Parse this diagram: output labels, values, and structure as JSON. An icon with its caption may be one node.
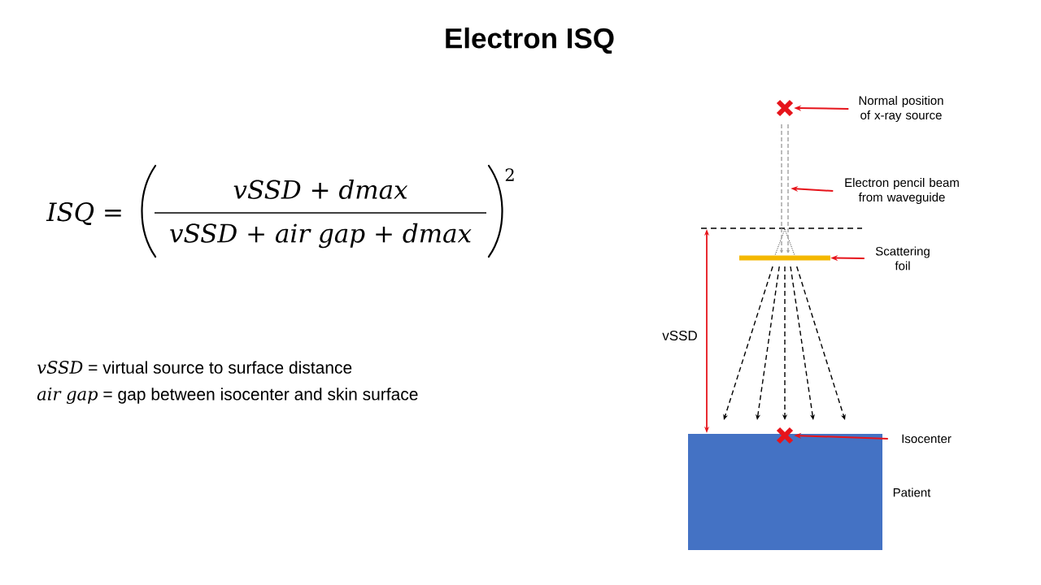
{
  "diagram": {
    "title": "Electron ISQ",
    "nodes": [
      {
        "text": [],
        "shape": "cross"
      },
      {
        "text": [
          "Normal position of x-ray source"
        ]
      },
      {
        "text": [],
        "shape": "line"
      },
      {
        "text": [
          "Electron pencil beam from waveguide"
        ]
      },
      {
        "text": [],
        "shape": "bar"
      },
      {
        "text": [
          "Scattering foil"
        ]
      },
      {
        "text": [],
        "shape": "box",
        "beside": [
          "Patient"
        ]
      },
      {
        "text": [],
        "shape": "cross"
      },
      {
        "text": [
          "Isocenter"
        ]
      }
    ],
    "edges": [
      {
        "from": 1,
        "to": 0,
        "arrow": "to"
      },
      {
        "from": 3,
        "to": 2,
        "arrow": "to"
      },
      {
        "from": 5,
        "to": 4,
        "arrow": "to"
      },
      {
        "from": 8,
        "to": 7,
        "arrow": "to"
      }
    ],
    "labels": [
      "*ISQ* =",
      "*vSSD* + *dmax*",
      "*vSSD* + *air gap* + *dmax*",
      "2",
      "*vSSD* = virtual source to surface distance",
      "*air gap* = gap between isocenter and skin surface",
      "vSSD"
    ]
  }
}
